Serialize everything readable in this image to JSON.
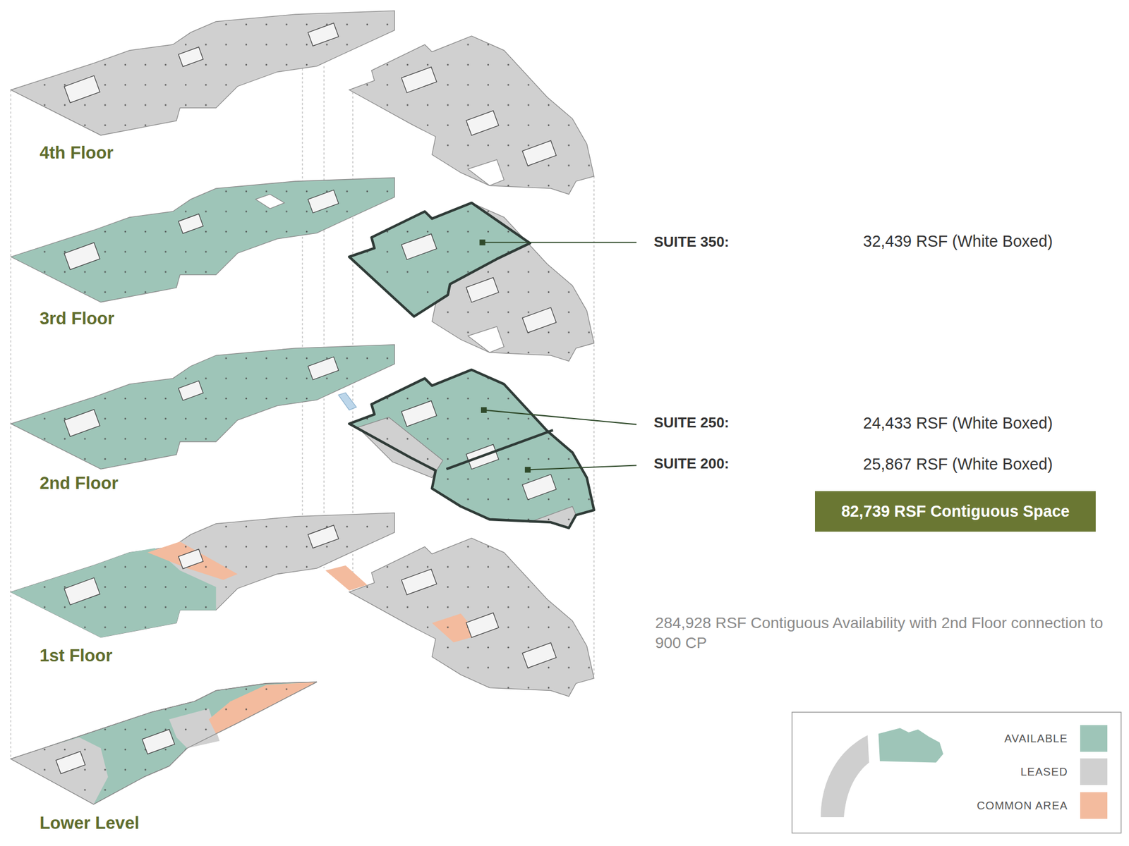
{
  "diagram": {
    "nodes": [
      {
        "text": [
          "82,739 RSF Contiguous Space"
        ]
      }
    ],
    "labels": [
      "4th Floor",
      "3rd Floor",
      "2nd Floor",
      "1st Floor",
      "Lower Level",
      "SUITE 350:",
      "32,439 RSF (White Boxed)",
      "SUITE 250:",
      "24,433 RSF (White Boxed)",
      "SUITE 200:",
      "25,867 RSF (White Boxed)",
      "284,928 RSF Contiguous Availability with 2nd Floor connection to 900 CP"
    ],
    "legend": [
      {
        "text": "AVAILABLE",
        "color": "#9ec5b8"
      },
      {
        "text": "LEASED",
        "color": "#d0d0d0"
      },
      {
        "text": "COMMON AREA",
        "color": "#f3bb9e"
      }
    ]
  }
}
